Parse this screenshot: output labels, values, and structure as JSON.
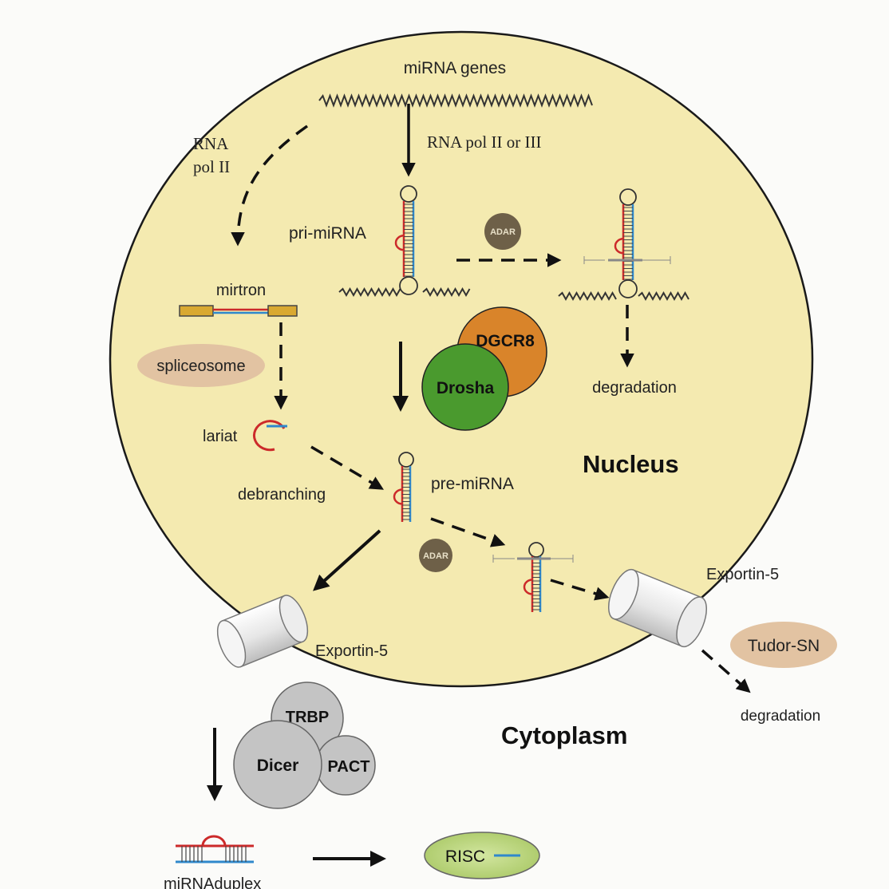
{
  "labels": {
    "mirna_genes": "miRNA genes",
    "rna_pol_ii_iii": "RNA pol II or III",
    "rna_line1": "RNA",
    "pol_ii_line2": "pol II",
    "pri_mirna": "pri-miRNA",
    "mirtron": "mirtron",
    "spliceosome": "spliceosome",
    "lariat": "lariat",
    "debranching": "debranching",
    "pre_mirna": "pre-miRNA",
    "degradation_nucleus": "degradation",
    "degradation_cytoplasm": "degradation",
    "nucleus": "Nucleus",
    "cytoplasm": "Cytoplasm",
    "exportin_right": "Exportin-5",
    "exportin_left": "Exportin-5",
    "tudor_sn": "Tudor-SN",
    "mirna_duplex": "miRNAduplex"
  },
  "proteins": {
    "adar_top": "ADAR",
    "adar_bottom": "ADAR",
    "dgcr8": "DGCR8",
    "drosha": "Drosha",
    "trbp": "TRBP",
    "dicer": "Dicer",
    "pact": "PACT",
    "risc": "RISC"
  },
  "colors": {
    "nucleus_fill": "#f4eab0",
    "dgcr8": "#d9842a",
    "drosha": "#4a9a2e",
    "adar": "#6e6048",
    "spliceosome": "#e2c3a2",
    "tudor_sn": "#e2c3a2",
    "dicer_complex": "#c4c4c4",
    "risc": "#bcd680",
    "strand_red": "#cc2a2a",
    "strand_blue": "#2f88cc",
    "exon": "#d9a931"
  }
}
